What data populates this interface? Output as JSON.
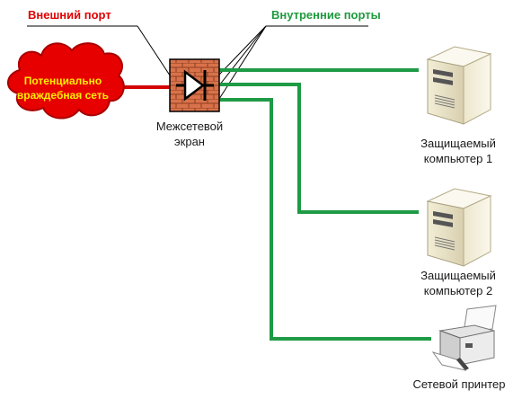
{
  "labels": {
    "external_port": "Внешний порт",
    "internal_ports": "Внутренние порты",
    "network_line1": "Потенциально",
    "network_line2": "враждебная сеть",
    "firewall_line1": "Межсетевой",
    "firewall_line2": "экран",
    "pc1_line1": "Защищаемый",
    "pc1_line2": "компьютер 1",
    "pc2_line1": "Защищаемый",
    "pc2_line2": "компьютер 2",
    "printer": "Сетевой принтер"
  },
  "colors": {
    "external_label": "#e00000",
    "internal_label": "#1e9a3c",
    "hostile_cloud": "#e60000",
    "cloud_text": "#ffee00",
    "external_link": "#d40000",
    "internal_link": "#1f9a45",
    "firewall_brick": "#d9724a"
  },
  "icons": {
    "cloud": "hostile-network-cloud-icon",
    "firewall": "firewall-brick-diode-icon",
    "server": "server-tower-icon",
    "printer": "printer-icon"
  }
}
